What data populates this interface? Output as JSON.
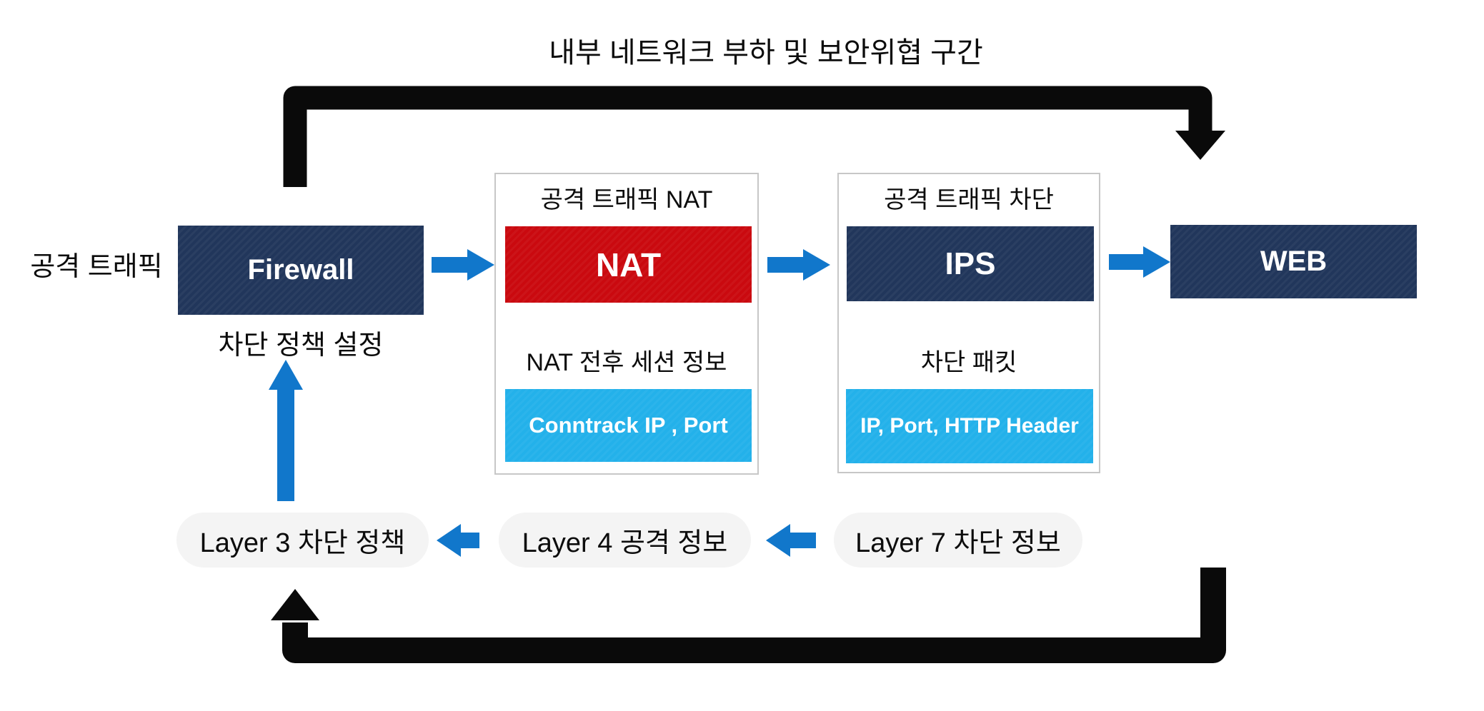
{
  "title": "내부 네트워크 부하 및 보안위협 구간",
  "left_label": "공격 트래픽",
  "nodes": {
    "firewall": {
      "label": "Firewall",
      "sublabel": "차단 정책 설정"
    },
    "nat": {
      "header": "공격 트래픽 NAT",
      "label": "NAT",
      "info_title": "NAT 전후 세션 정보",
      "info_value": "Conntrack IP , Port"
    },
    "ips": {
      "header": "공격 트래픽 차단",
      "label": "IPS",
      "info_title": "차단 패킷",
      "info_value": "IP, Port, HTTP Header"
    },
    "web": {
      "label": "WEB"
    }
  },
  "feedback": {
    "layer3": "Layer 3 차단 정책",
    "layer4": "Layer 4 공격 정보",
    "layer7": "Layer 7 차단 정보"
  },
  "colors": {
    "navy": "#21365b",
    "red": "#ca090f",
    "cyan": "#23b1ea",
    "blue": "#1177cb",
    "black-arrow": "#0a0a0a",
    "pill": "#f4f4f4",
    "panel-border": "#c7c7c7"
  }
}
